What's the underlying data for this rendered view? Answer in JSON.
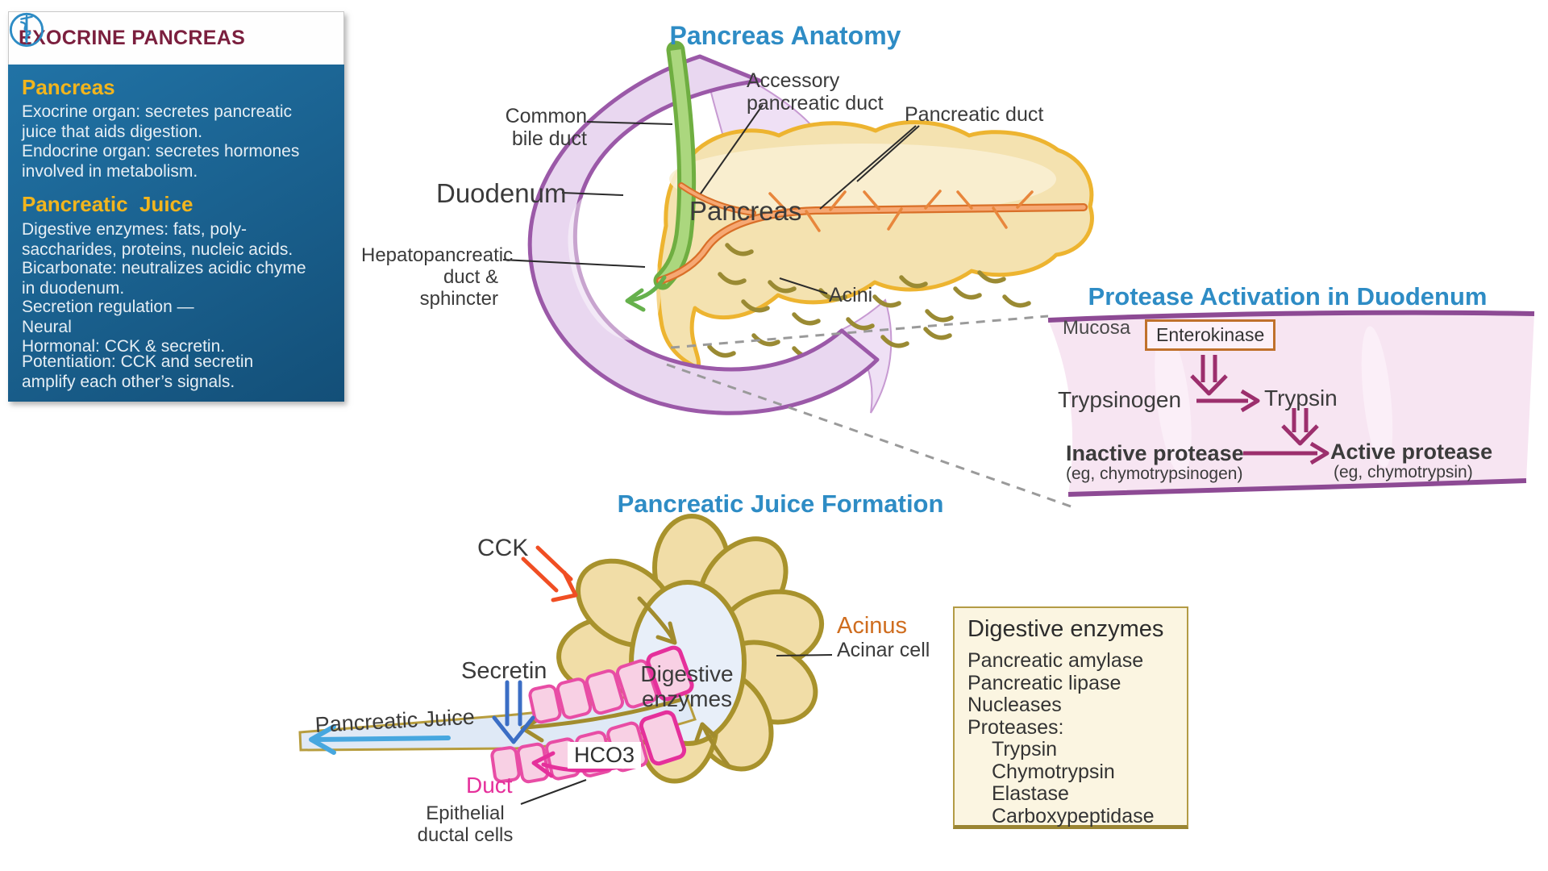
{
  "colors": {
    "title_blue": "#2e8cc5",
    "maroon": "#7b1f3e",
    "gold_heading": "#f2b51d",
    "panel_blue": "#1b6092",
    "magenta_arrow": "#9c2f6d",
    "duct_pink": "#e5309b",
    "acinus_orange": "#cf6d1f",
    "cck_arrow": "#f04e23",
    "secretin_arrow": "#3b6ec5"
  },
  "sidebar": {
    "title": "EXOCRINE PANCREAS",
    "icon": "rod-of-asclepius",
    "sections": [
      {
        "heading": "Pancreas",
        "paragraphs": [
          "Exocrine organ: secretes pancreatic\njuice that aids digestion.",
          "Endocrine organ: secretes hormones\ninvolved in metabolism."
        ]
      },
      {
        "heading": "Pancreatic  Juice",
        "paragraphs": [
          "Digestive enzymes: fats, poly-\nsaccharides, proteins, nucleic acids.",
          "Bicarbonate: neutralizes acidic chyme\nin duodenum.",
          "Secretion regulation —\nNeural\nHormonal: CCK & secretin.",
          "Potentiation: CCK and secretin\namplify each other’s signals."
        ]
      }
    ]
  },
  "anatomy": {
    "title": "Pancreas Anatomy",
    "labels": {
      "common_bile_duct": "Common\nbile duct",
      "accessory_duct": "Accessory\npancreatic duct",
      "pancreatic_duct": "Pancreatic duct",
      "duodenum": "Duodenum",
      "hepatopancreatic": "Hepatopancreatic\nduct & sphincter",
      "pancreas": "Pancreas",
      "acini": "Acini"
    }
  },
  "protease": {
    "title": "Protease Activation in Duodenum",
    "mucosa": "Mucosa",
    "enterokinase": "Enterokinase",
    "trypsinogen": "Trypsinogen",
    "trypsin": "Trypsin",
    "inactive": "Inactive protease",
    "inactive_eg": "(eg, chymotrypsinogen)",
    "active": "Active protease",
    "active_eg": "(eg, chymotrypsin)"
  },
  "juice": {
    "title": "Pancreatic Juice Formation",
    "cck": "CCK",
    "secretin": "Secretin",
    "digestive_enzymes": "Digestive\nenzymes",
    "acinus": "Acinus",
    "acinar_cell": "Acinar cell",
    "pancreatic_juice": "Pancreatic Juice",
    "hco3": "HCO3",
    "duct": "Duct",
    "epithelial": "Epithelial\nductal cells"
  },
  "enzyme_box": {
    "title": "Digestive enzymes",
    "items": [
      "Pancreatic amylase",
      "Pancreatic lipase",
      "Nucleases",
      "Proteases:",
      "Trypsin",
      "Chymotrypsin",
      "Elastase",
      "Carboxypeptidase"
    ]
  }
}
